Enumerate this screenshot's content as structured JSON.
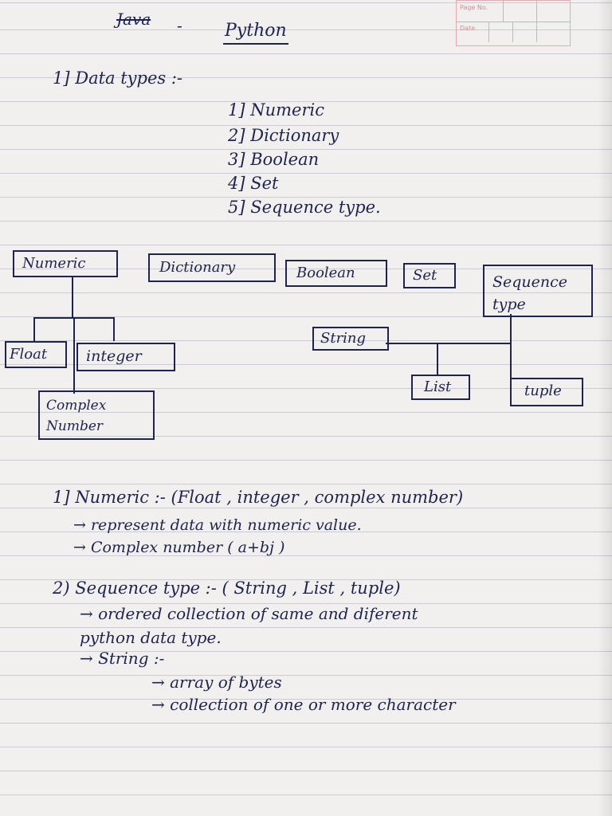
{
  "header": {
    "page_no_label": "Page No.",
    "date_label": "Date",
    "struck_title": "Java",
    "title": "Python"
  },
  "section1": {
    "heading": "1] Data types :-",
    "items": [
      "1] Numeric",
      "2] Dictionary",
      "3] Boolean",
      "4] Set",
      "5] Sequence type."
    ]
  },
  "diagram": {
    "numeric": "Numeric",
    "dictionary": "Dictionary",
    "boolean": "Boolean",
    "set": "Set",
    "sequence": "Sequence type",
    "float": "Float",
    "integer": "integer",
    "complex": "Complex Number",
    "string": "String",
    "list": "List",
    "tuple": "tuple"
  },
  "notes": {
    "numeric_heading": "1] Numeric :- (Float , integer , complex number)",
    "numeric_line1": "→ represent data with numeric value.",
    "numeric_line2": "→ Complex number ( a+bj )",
    "sequence_heading": "2) Sequence type :- ( String , List , tuple)",
    "sequence_line1": "→ ordered collection of same and diferent",
    "sequence_line2": "python data type.",
    "string_heading": "→ String :-",
    "string_line1": "→ array of bytes",
    "string_line2": "→ collection of one or more character"
  }
}
